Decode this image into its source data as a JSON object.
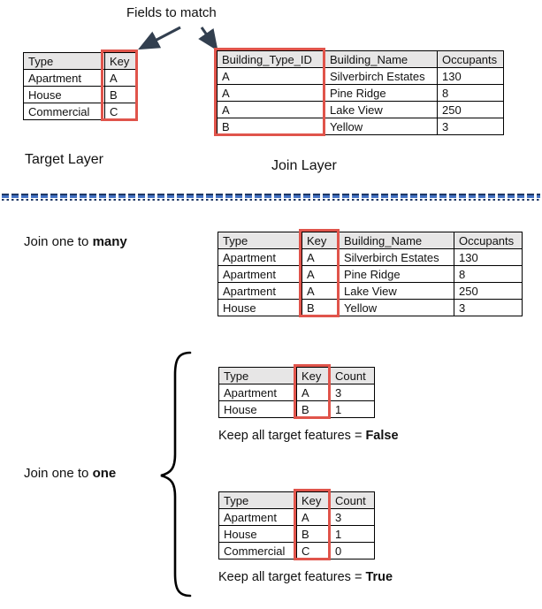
{
  "title": "Fields to match",
  "labels": {
    "target_layer": "Target Layer",
    "join_layer": "Join Layer",
    "join_many_prefix": "Join one to ",
    "join_many_bold": "many",
    "join_one_prefix": "Join one to ",
    "join_one_bold": "one",
    "keep_false_prefix": "Keep all target features = ",
    "keep_false_bold": "False",
    "keep_true_prefix": "Keep all target features = ",
    "keep_true_bold": "True"
  },
  "colors": {
    "key_highlight": "#E0544B",
    "arrow": "#323F4F",
    "divider_blue": "#4472C4",
    "divider_dark": "#1F3864",
    "table_header_bg": "#E7E6E6"
  },
  "tables": {
    "target": {
      "headers": [
        "Type",
        "Key"
      ],
      "rows": [
        [
          "Apartment",
          "A"
        ],
        [
          "House",
          "B"
        ],
        [
          "Commercial",
          "C"
        ]
      ]
    },
    "join": {
      "headers": [
        "Building_Type_ID",
        "Building_Name",
        "Occupants"
      ],
      "rows": [
        [
          "A",
          "Silverbirch Estates",
          "130"
        ],
        [
          "A",
          "Pine Ridge",
          "8"
        ],
        [
          "A",
          "Lake View",
          "250"
        ],
        [
          "B",
          "Yellow",
          "3"
        ]
      ]
    },
    "one_to_many": {
      "headers": [
        "Type",
        "Key",
        "Building_Name",
        "Occupants"
      ],
      "rows": [
        [
          "Apartment",
          "A",
          "Silverbirch Estates",
          "130"
        ],
        [
          "Apartment",
          "A",
          "Pine Ridge",
          "8"
        ],
        [
          "Apartment",
          "A",
          "Lake View",
          "250"
        ],
        [
          "House",
          "B",
          "Yellow",
          "3"
        ]
      ]
    },
    "one_to_one_false": {
      "headers": [
        "Type",
        "Key",
        "Count"
      ],
      "rows": [
        [
          "Apartment",
          "A",
          "3"
        ],
        [
          "House",
          "B",
          "1"
        ]
      ]
    },
    "one_to_one_true": {
      "headers": [
        "Type",
        "Key",
        "Count"
      ],
      "rows": [
        [
          "Apartment",
          "A",
          "3"
        ],
        [
          "House",
          "B",
          "1"
        ],
        [
          "Commercial",
          "C",
          "0"
        ]
      ]
    }
  }
}
